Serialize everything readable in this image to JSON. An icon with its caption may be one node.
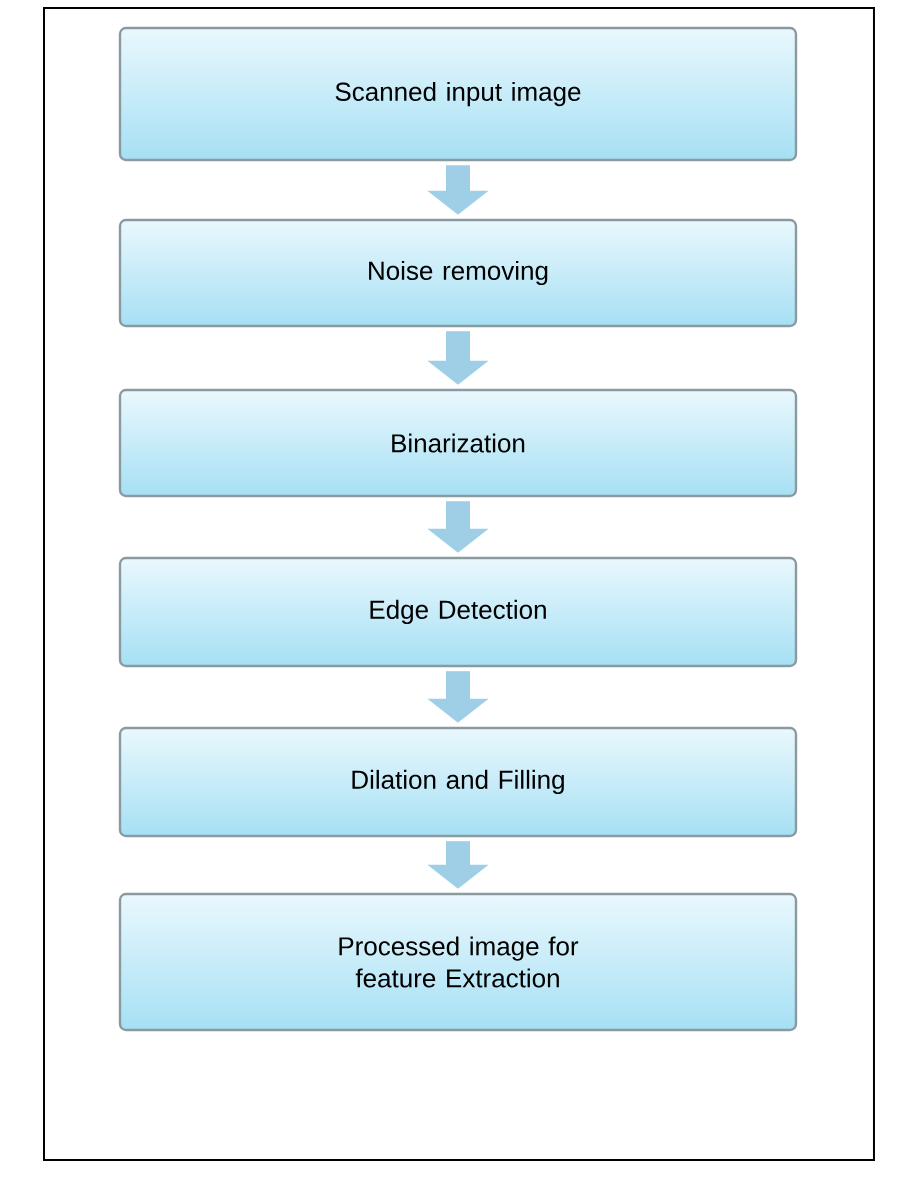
{
  "diagram": {
    "nodes": [
      {
        "text": [
          "Scanned  input image"
        ]
      },
      {
        "text": [
          "Noise removing"
        ]
      },
      {
        "text": [
          "Binarization"
        ]
      },
      {
        "text": [
          "Edge Detection"
        ]
      },
      {
        "text": [
          "Dilation and Filling"
        ]
      },
      {
        "text": [
          "Processed image for feature Extraction"
        ]
      }
    ],
    "edges": [
      {
        "from": 0,
        "to": 1,
        "arrow": "to"
      },
      {
        "from": 1,
        "to": 2,
        "arrow": "to"
      },
      {
        "from": 2,
        "to": 3,
        "arrow": "to"
      },
      {
        "from": 3,
        "to": 4,
        "arrow": "to"
      },
      {
        "from": 4,
        "to": 5,
        "arrow": "to"
      }
    ]
  }
}
